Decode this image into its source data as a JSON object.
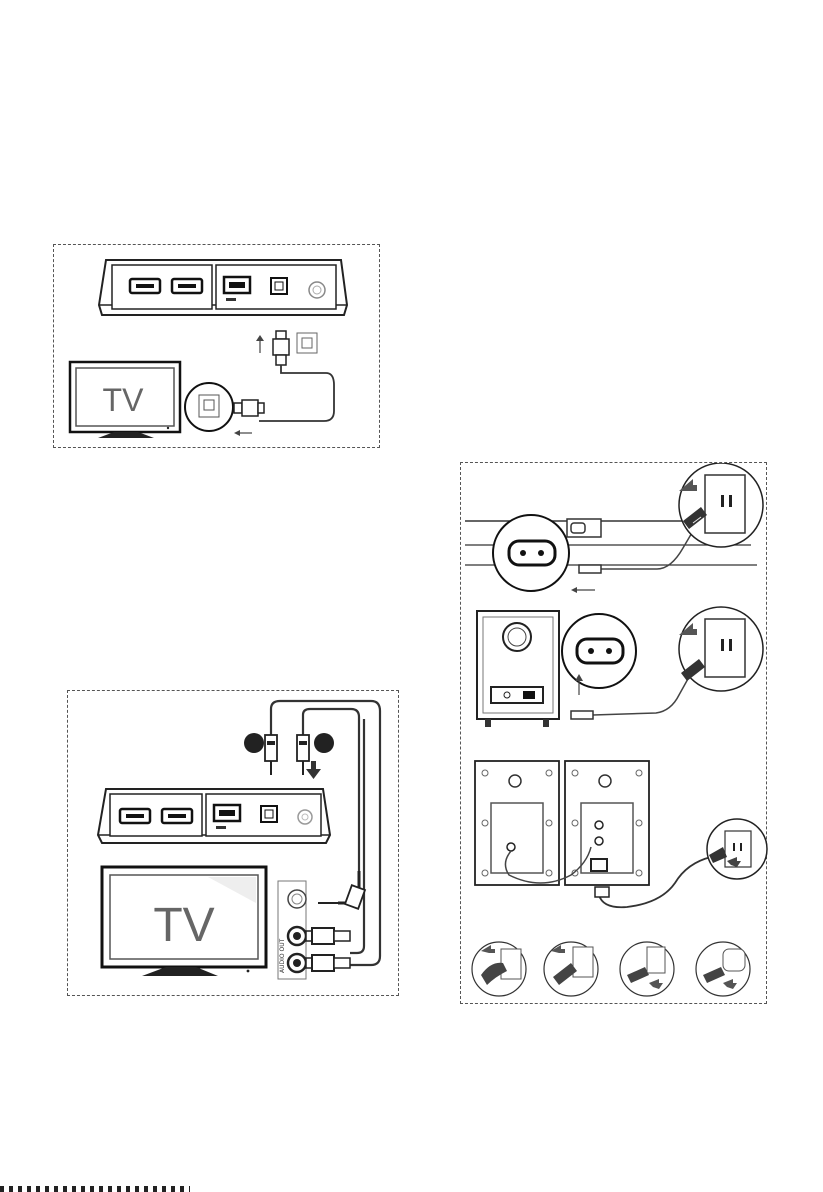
{
  "figure_optical": {
    "tv_label": "TV"
  },
  "figure_analog": {
    "tv_label": "TV",
    "audio_out_label": "AUDIO OUT"
  },
  "figure_power": {},
  "icons": [
    "arrow-icon",
    "power-plug-icon",
    "wall-socket-icon",
    "optical-port-icon",
    "figure-8-inlet-icon"
  ]
}
